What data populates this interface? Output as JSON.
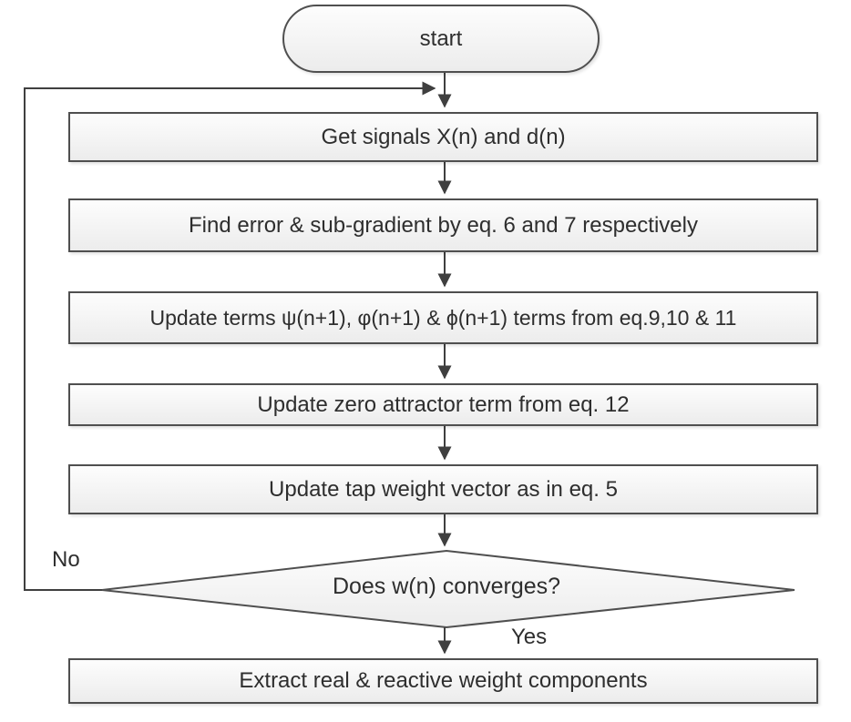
{
  "flowchart": {
    "start_label": "start",
    "steps": [
      "Get signals X(n) and d(n)",
      "Find error & sub-gradient by eq. 6 and 7 respectively",
      "Update terms ψ(n+1), φ(n+1) & ϕ(n+1) terms from eq.9,10 & 11",
      "Update zero attractor term from eq. 12",
      "Update tap weight vector as in eq. 5"
    ],
    "decision_label": "Does w(n) converges?",
    "branch_labels": {
      "no": "No",
      "yes": "Yes"
    },
    "final_step": "Extract real & reactive weight components",
    "colors": {
      "shape_border": "#4f4f4f",
      "shape_fill_top": "#fdfdfd",
      "shape_fill_bottom": "#ececec",
      "connector": "#3f3f3f",
      "text": "#2e2e2e",
      "background": "#ffffff"
    }
  }
}
